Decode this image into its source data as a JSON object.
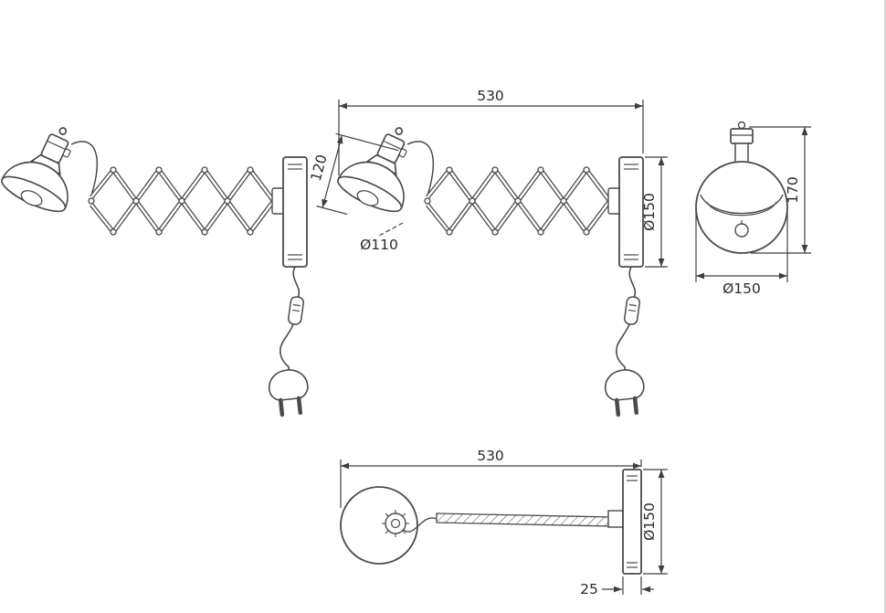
{
  "drawing": {
    "kind": "wall-lamp-scissor-arm-technical-drawing",
    "colors": {
      "line": "#4a4a4a",
      "dimension_line": "#3f3f3f",
      "text": "#2b2b2b",
      "background": "#ffffff"
    },
    "views": {
      "front_extended": {},
      "front_dimensioned": {
        "overall_width": "530",
        "shade_height": "120",
        "shade_diameter": "Ø110",
        "backplate_height": "Ø150"
      },
      "side_profile": {
        "overall_height": "170",
        "shade_diameter": "Ø150"
      },
      "top_view": {
        "overall_width": "530",
        "backplate_height": "Ø150",
        "backplate_depth": "25"
      }
    }
  }
}
